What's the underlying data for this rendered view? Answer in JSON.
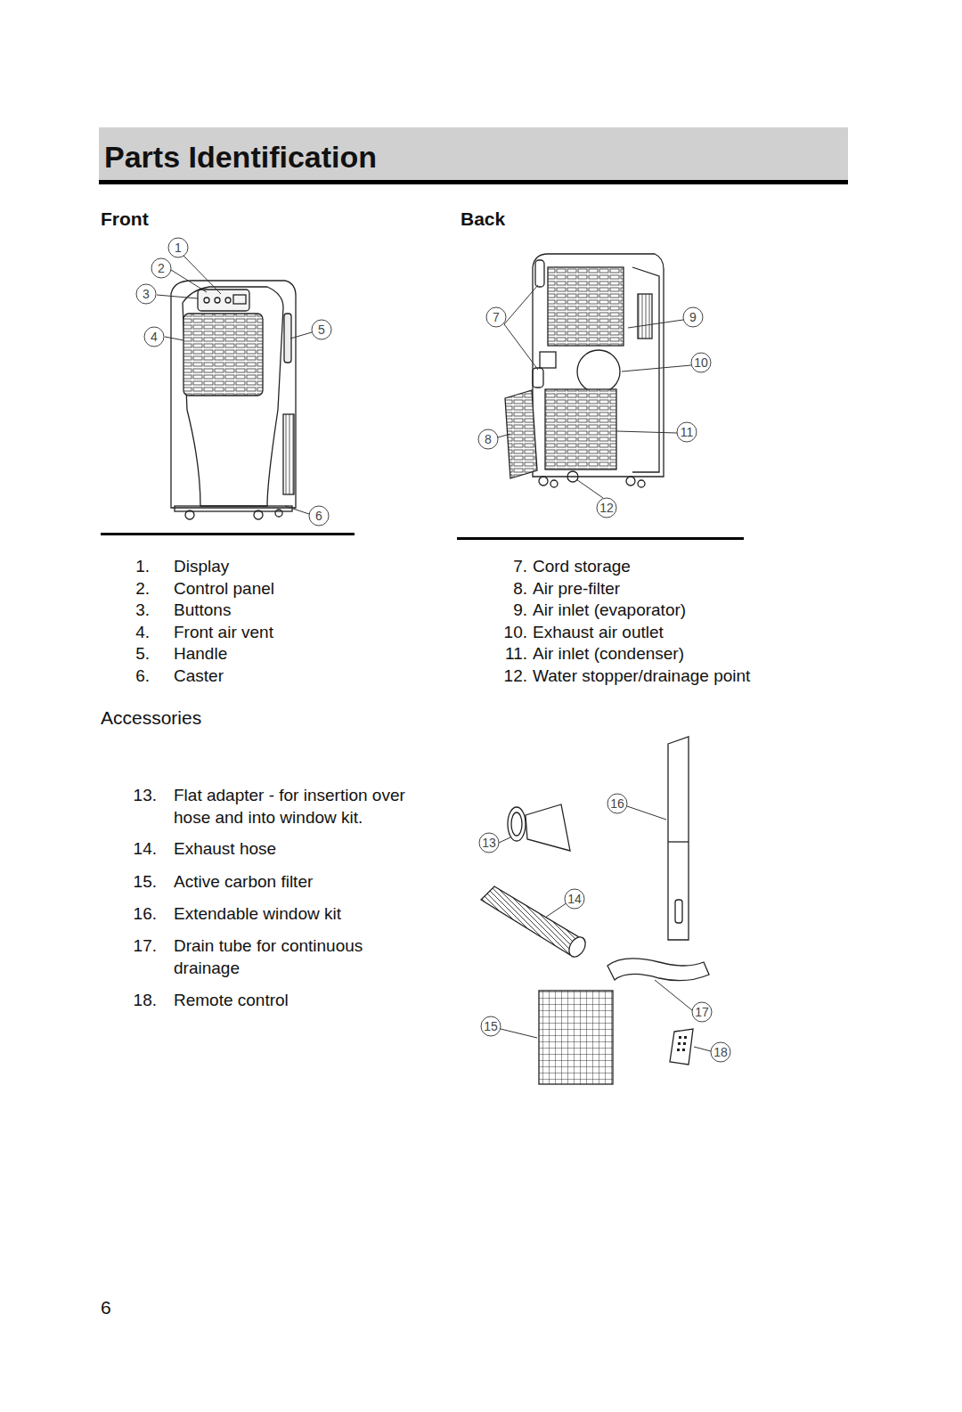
{
  "diagram": {
    "title": "Parts Identification",
    "labels": [
      "Front",
      "Back",
      "1.",
      "Display",
      "2.",
      "Control panel",
      "3.",
      "Buttons",
      "4.",
      "Front air vent",
      "5.",
      "Handle",
      "6.",
      "Caster",
      "7.",
      "Cord storage",
      "8.",
      "Air pre-filter",
      "9.",
      "Air inlet (evaporator)",
      "10.",
      "Exhaust air outlet",
      "11.",
      "Air inlet (condenser)",
      "12.",
      "Water stopper/drainage point",
      "Accessories",
      "13.",
      "Flat adapter - for insertion over hose and into window kit.",
      "14.",
      "Exhaust hose",
      "15.",
      "Active carbon filter",
      "16.",
      "Extendable window kit",
      "17.",
      "Drain tube for continuous drainage",
      "18.",
      "Remote control",
      "1",
      "2",
      "3",
      "4",
      "5",
      "6",
      "7",
      "8",
      "9",
      "10",
      "11",
      "12",
      "13",
      "16",
      "14",
      "17",
      "15",
      "18",
      "6"
    ]
  }
}
